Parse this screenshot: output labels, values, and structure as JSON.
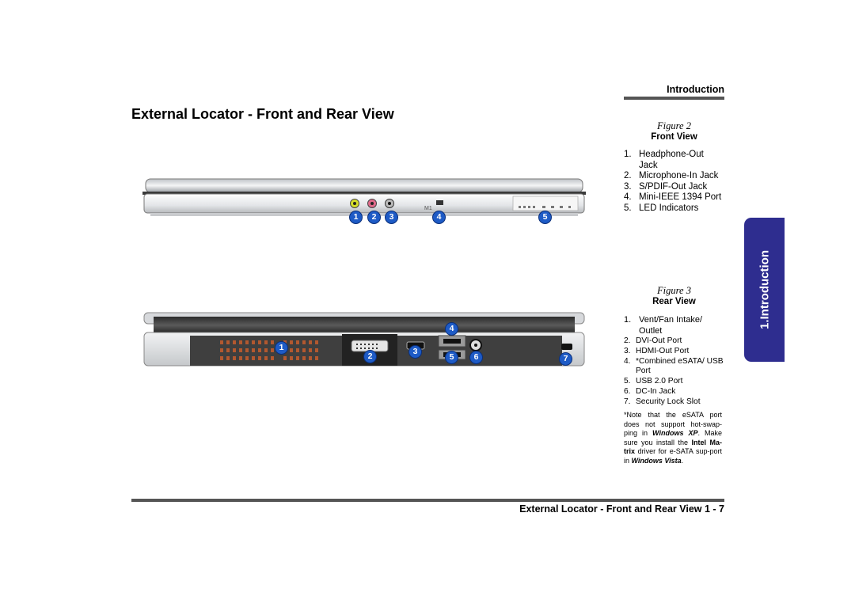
{
  "header": {
    "section_label": "Introduction"
  },
  "page_title": "External Locator - Front and Rear View",
  "figure2": {
    "caption": "Figure 2",
    "subtitle": "Front  View",
    "items": [
      {
        "num": "1.",
        "text": "Headphone-Out Jack"
      },
      {
        "num": "2.",
        "text": "Microphone-In Jack"
      },
      {
        "num": "3.",
        "text": "S/PDIF-Out Jack"
      },
      {
        "num": "4.",
        "text": "Mini-IEEE 1394 Port"
      },
      {
        "num": "5.",
        "text": "LED Indicators"
      }
    ],
    "callouts": [
      "1",
      "2",
      "3",
      "4",
      "5"
    ],
    "port_label": "M1"
  },
  "figure3": {
    "caption": "Figure 3",
    "subtitle": "Rear View",
    "items": [
      {
        "num": "1.",
        "text": "Vent/Fan Intake/ Outlet"
      },
      {
        "num": "2.",
        "text": "DVI-Out Port"
      },
      {
        "num": "3.",
        "text": "HDMI-Out Port"
      },
      {
        "num": "4.",
        "text": "*Combined eSATA/ USB Port"
      },
      {
        "num": "5.",
        "text": "USB 2.0 Port"
      },
      {
        "num": "6.",
        "text": "DC-In Jack"
      },
      {
        "num": "7.",
        "text": "Security Lock Slot"
      }
    ],
    "callouts": [
      "1",
      "2",
      "3",
      "4",
      "5",
      "6",
      "7"
    ]
  },
  "note": {
    "part1": "*Note that the eSATA port does not support hot-swap-ping in ",
    "os1": "Windows XP",
    "part2": ". Make sure you install the ",
    "driver": "Intel Ma-trix",
    "part3": " driver for e-SATA sup-port in ",
    "os2": "Windows Vista",
    "part4": "."
  },
  "side_tab": {
    "label": "1.Introduction"
  },
  "footer": {
    "text": "External Locator - Front and Rear View 1  -  7"
  },
  "colors": {
    "callout_blue": "#1e5bc6",
    "tab_navy": "#2e2d8f",
    "rule_gray": "#555555"
  }
}
